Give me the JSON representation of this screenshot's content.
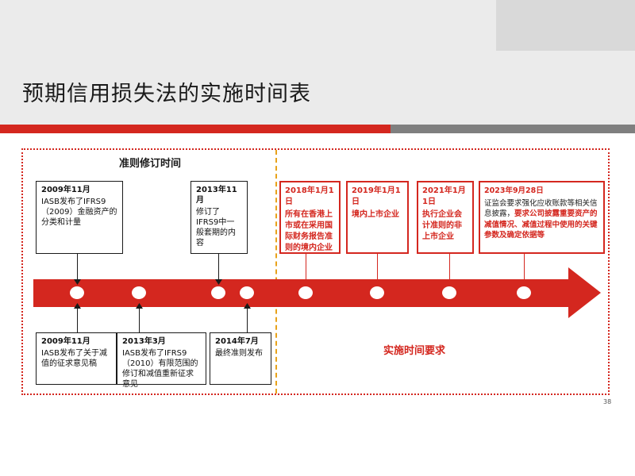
{
  "title": "预期信用损失法的实施时间表",
  "section_revision": "准则修订时间",
  "section_implementation": "实施时间要求",
  "top_boxes": [
    {
      "date": "2009年11月",
      "text": "IASB发布了IFRS9（2009）金融资产的分类和计量"
    },
    {
      "date": "2013年11月",
      "text": "修订了IFRS9中一般套期的内容"
    }
  ],
  "bottom_boxes": [
    {
      "date": "2009年11月",
      "text": "IASB发布了关于减值的征求意见稿"
    },
    {
      "date": "2013年3月",
      "text": "IASB发布了IFRS9（2010）有限范围的修订和减值重新征求意见"
    },
    {
      "date": "2014年7月",
      "text": "最终准则发布"
    }
  ],
  "impl_boxes": [
    {
      "date": "2018年1月1日",
      "text": "所有在香港上市或在采用国际财务报告准则的境内企业"
    },
    {
      "date": "2019年1月1日",
      "text": "境内上市企业"
    },
    {
      "date": "2021年1月1日",
      "text": "执行企业会计准则的非上市企业"
    },
    {
      "date": "2023年9月28日",
      "text_plain": "证监会要求强化应收账款等相关信息披露，",
      "text_red": "要求公司披露重要资产的减值情况、减值过程中使用的关键参数及确定依据等"
    }
  ],
  "page_number": "38",
  "colors": {
    "accent": "#d4271f",
    "divider": "#e8a21a",
    "gray": "#7f7f7f"
  }
}
